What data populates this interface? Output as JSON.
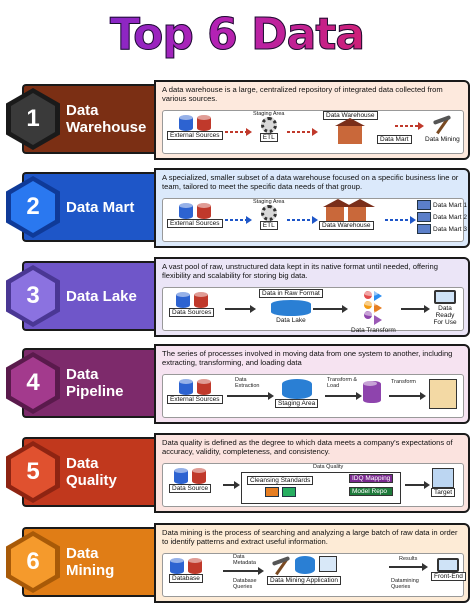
{
  "title": "Top 6 Data Concepts",
  "colors": {
    "row1": "#7b2f14",
    "row2": "#1e56c8",
    "row3": "#6f56c9",
    "row4": "#7d2a6b",
    "row5": "#c1381d",
    "row6": "#e07d16",
    "panel1": "#fde9dd",
    "panel2": "#dbe9fb",
    "panel3": "#ebe5f7",
    "panel4": "#f6e3f1",
    "panel5": "#fbe3df",
    "panel6": "#fdebd6"
  },
  "concepts": [
    {
      "number": "1",
      "name_line1": "Data",
      "name_line2": "Warehouse",
      "description": "A data warehouse is a large, centralized repository of integrated data collected from various sources.",
      "flow": {
        "source": "External Sources",
        "staging_label": "Staging Area",
        "etl": "ETL",
        "warehouse": "Data Warehouse",
        "marts": "Data Mart",
        "mining": "Data Mining"
      }
    },
    {
      "number": "2",
      "name_line1": "Data Mart",
      "name_line2": "",
      "description": "A specialized, smaller subset of a data warehouse focused on a specific business line or team, tailored to meet the specific data needs of that group.",
      "flow": {
        "source": "External Sources",
        "staging_label": "Staging Area",
        "etl": "ETL",
        "warehouse": "Data Warehouse",
        "mart1": "Data Mart 1",
        "mart2": "Data Mart 2",
        "mart3": "Data Mart 3"
      }
    },
    {
      "number": "3",
      "name_line1": "Data Lake",
      "name_line2": "",
      "description": "A vast pool of raw, unstructured data kept in its native format until needed, offering flexibility and scalability for storing big data.",
      "flow": {
        "source": "Data Sources",
        "raw_label": "Data in Raw Format",
        "lake": "Data Lake",
        "transform": "Data Transform",
        "ready": "Data Ready For Use"
      }
    },
    {
      "number": "4",
      "name_line1": "Data",
      "name_line2": "Pipeline",
      "description": "The series of processes involved in moving data from one system to another, including extracting, transforming, and loading data",
      "flow": {
        "source": "External Sources",
        "extraction": "Data Extraction",
        "staging": "Staging Area",
        "transform_load": "Transform & Load",
        "transform": "Transform"
      }
    },
    {
      "number": "5",
      "name_line1": "Data",
      "name_line2": "Quality",
      "description": "Data quality is defined as the degree to which data meets a company's expectations of accuracy, validity, completeness, and consistency.",
      "flow": {
        "source": "Data Source",
        "quality_label": "Data Quality",
        "cleansing": "Cleansing Standards",
        "mapping": "IDQ Mapping",
        "model": "Model Repo",
        "target": "Target"
      }
    },
    {
      "number": "6",
      "name_line1": "Data",
      "name_line2": "Mining",
      "description": "Data mining is the process of searching and analyzing a large batch of raw data in order to identify patterns and extract useful information.",
      "flow": {
        "database": "Database",
        "metadata": "Data Metadata",
        "queries": "Database Queries",
        "app": "Data Mining Application",
        "results": "Results",
        "dm_queries": "Datamining Queries",
        "frontend": "Front-End"
      }
    }
  ]
}
